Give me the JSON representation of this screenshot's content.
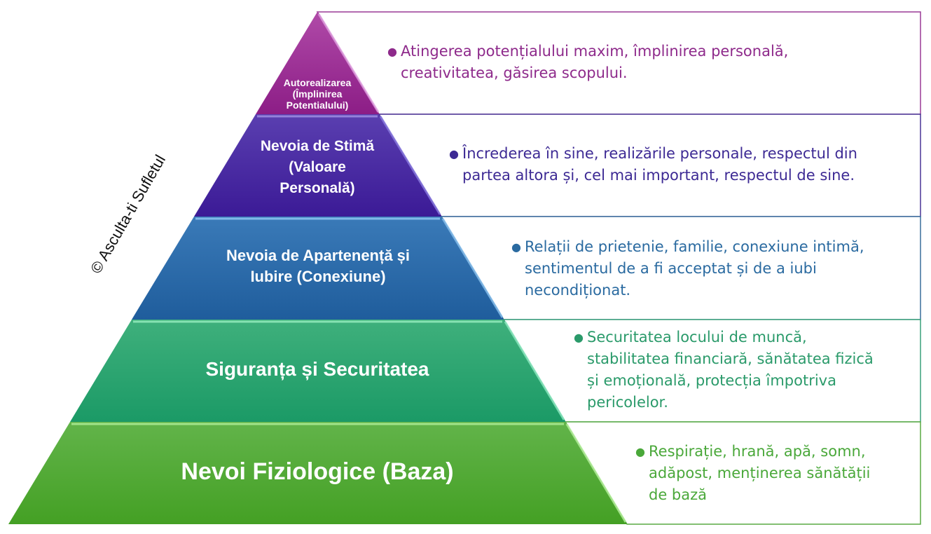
{
  "diagram": {
    "type": "pyramid",
    "watermark": "© Asculta-ti Sufletul",
    "levels": [
      {
        "order": 5,
        "label_lines": [
          "Autorealizarea",
          "(Împlinirea",
          "Potentialului)"
        ],
        "description_lines": [
          "Atingerea potențialului maxim, împlinirea personală,",
          "creativitatea, găsirea scopului."
        ],
        "color_top": "#b04aa8",
        "color_bottom": "#8c1d86",
        "text_color": "#8e2a8b",
        "border_color": "#9a3a96"
      },
      {
        "order": 4,
        "label_lines": [
          "Nevoia de Stimă",
          "(Valoare",
          "Personală)"
        ],
        "description_lines": [
          "Încrederea în sine, realizările personale, respectul din",
          "partea altora și, cel mai important, respectul de sine."
        ],
        "color_top": "#5a3fb0",
        "color_bottom": "#3b1a96",
        "text_color": "#3d2a94",
        "border_color": "#4a3596"
      },
      {
        "order": 3,
        "label_lines": [
          "Nevoia de Apartenență și",
          "Iubire (Conexiune)"
        ],
        "description_lines": [
          "Relații de prietenie, familie, conexiune intimă,",
          "sentimentul de a fi acceptat și de a iubi",
          "necondiționat."
        ],
        "color_top": "#3a7ab8",
        "color_bottom": "#1f5d9c",
        "text_color": "#2a6aa0",
        "border_color": "#3a6f9c"
      },
      {
        "order": 2,
        "label_lines": [
          "Siguranța și Securitatea"
        ],
        "description_lines": [
          "Securitatea locului de muncă,",
          "stabilitatea financiară, sănătatea fizică",
          "și emoțională, protecția împotriva",
          "pericolelor."
        ],
        "color_top": "#3fb07c",
        "color_bottom": "#1b9a66",
        "text_color": "#2a9a6a",
        "border_color": "#3aa07a"
      },
      {
        "order": 1,
        "label_lines": [
          "Nevoi Fiziologice (Baza)"
        ],
        "description_lines": [
          "Respirație, hrană, apă, somn,",
          "adăpost, menținerea sănătății",
          "de bază"
        ],
        "color_top": "#62b44a",
        "color_bottom": "#44a024",
        "text_color": "#4aa83a",
        "border_color": "#5aaa44"
      }
    ]
  }
}
